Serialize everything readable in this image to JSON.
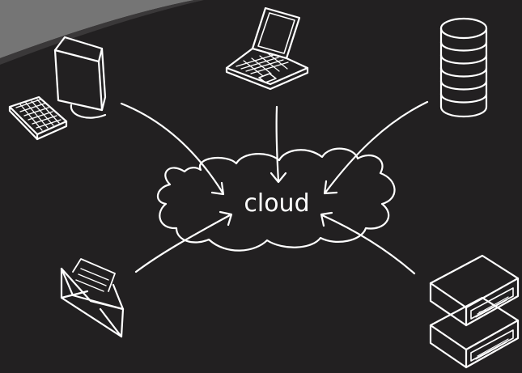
{
  "diagram": {
    "center_label": "cloud",
    "nodes": [
      {
        "name": "desktop-computer",
        "icon": "desktop-computer-icon"
      },
      {
        "name": "laptop",
        "icon": "laptop-icon"
      },
      {
        "name": "database",
        "icon": "database-icon"
      },
      {
        "name": "email",
        "icon": "envelope-icon"
      },
      {
        "name": "server-rack",
        "icon": "server-icon"
      }
    ],
    "colors": {
      "background": "#222021",
      "corner_band": "#757575",
      "stroke": "#ffffff"
    }
  }
}
